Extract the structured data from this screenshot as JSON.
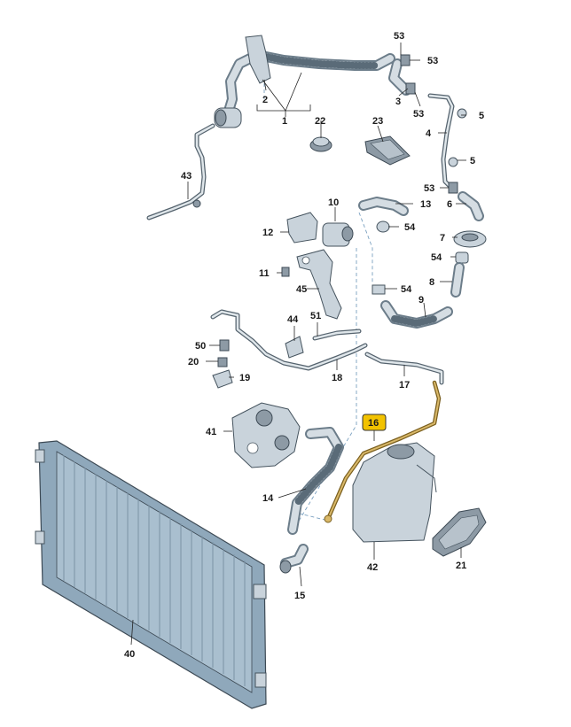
{
  "labels": {
    "p1": "1",
    "p2": "2",
    "p3": "3",
    "p4": "4",
    "p5a": "5",
    "p5b": "5",
    "p6": "6",
    "p7": "7",
    "p8": "8",
    "p9": "9",
    "p10": "10",
    "p11": "11",
    "p12": "12",
    "p13": "13",
    "p14": "14",
    "p15": "15",
    "p16": "16",
    "p17": "17",
    "p18": "18",
    "p19": "19",
    "p20": "20",
    "p21": "21",
    "p22": "22",
    "p23": "23",
    "p40": "40",
    "p41": "41",
    "p42": "42",
    "p43": "43",
    "p44": "44",
    "p45": "45",
    "p50": "50",
    "p51": "51",
    "p53a": "53",
    "p53b": "53",
    "p53c": "53",
    "p53d": "53",
    "p54a": "54",
    "p54b": "54",
    "p54c": "54"
  },
  "highlight": {
    "part": "16",
    "color": "#f2c200",
    "pipe_color": "#c9a54a"
  },
  "colors": {
    "parts": "#c9d3db",
    "outline": "#45535e",
    "leader": "#222222",
    "dashed_guide": "#7aa0c0"
  }
}
